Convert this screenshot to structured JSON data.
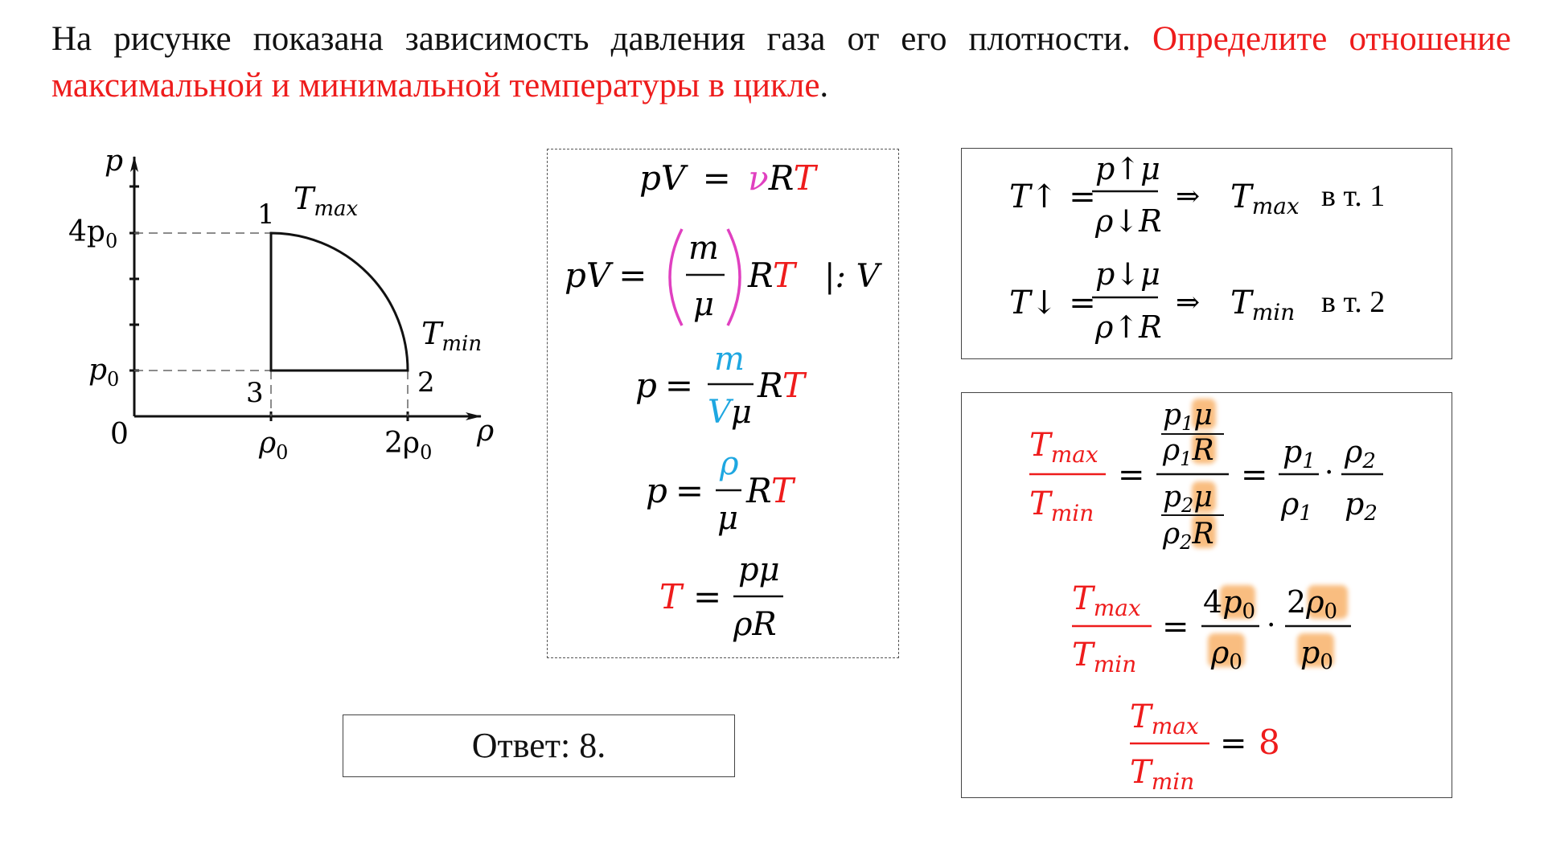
{
  "problem": {
    "text_black": "На рисунке показана зависимость давления газа от его плотности. ",
    "text_red": "Определите отношение максимальной и минимальной температуры в цикле",
    "text_end": "."
  },
  "graph": {
    "y_axis": "p",
    "x_axis": "ρ",
    "origin": "0",
    "y_tick_high": "4p",
    "y_tick_low": "p",
    "sub0": "0",
    "x_tick_1": "ρ",
    "x_tick_2_coef": "2ρ",
    "point_1": "1",
    "point_2": "2",
    "point_3": "3",
    "tmax_T": "T",
    "tmax_sub": "max",
    "tmin_T": "T",
    "tmin_sub": "min"
  },
  "derivation": {
    "line1": [
      "pV",
      "=",
      "ν",
      "R",
      "T"
    ],
    "line2": [
      "pV",
      "=",
      "m",
      "μ",
      "R",
      "T",
      "|: V"
    ],
    "line3": [
      "p",
      "=",
      "m",
      "V",
      "μ",
      "R",
      "T"
    ],
    "line4": [
      "p",
      "=",
      "ρ",
      "μ",
      "R",
      "T"
    ],
    "line5": [
      "T",
      "=",
      "pμ",
      "ρR"
    ]
  },
  "conclusions": {
    "row1": {
      "lhs": "T↑",
      "num": "p↑μ",
      "den": "ρ↓R",
      "arrow": "⇒",
      "result": "T",
      "sub": "max",
      "where": "в т. 1"
    },
    "row2": {
      "lhs": "T↓",
      "num": "p↓μ",
      "den": "ρ↑R",
      "arrow": "⇒",
      "result": "T",
      "sub": "min",
      "where": "в т. 2"
    }
  },
  "ratio": {
    "tmax": "max",
    "tmin": "min",
    "four_p0": "4",
    "two_rho0": "2",
    "result": "8"
  },
  "answer": "Ответ:  8.",
  "colors": {
    "red": "#ee1c1c",
    "magenta": "#e040c0",
    "cyan": "#1ea7e1",
    "highlight": "#f8b26a"
  }
}
